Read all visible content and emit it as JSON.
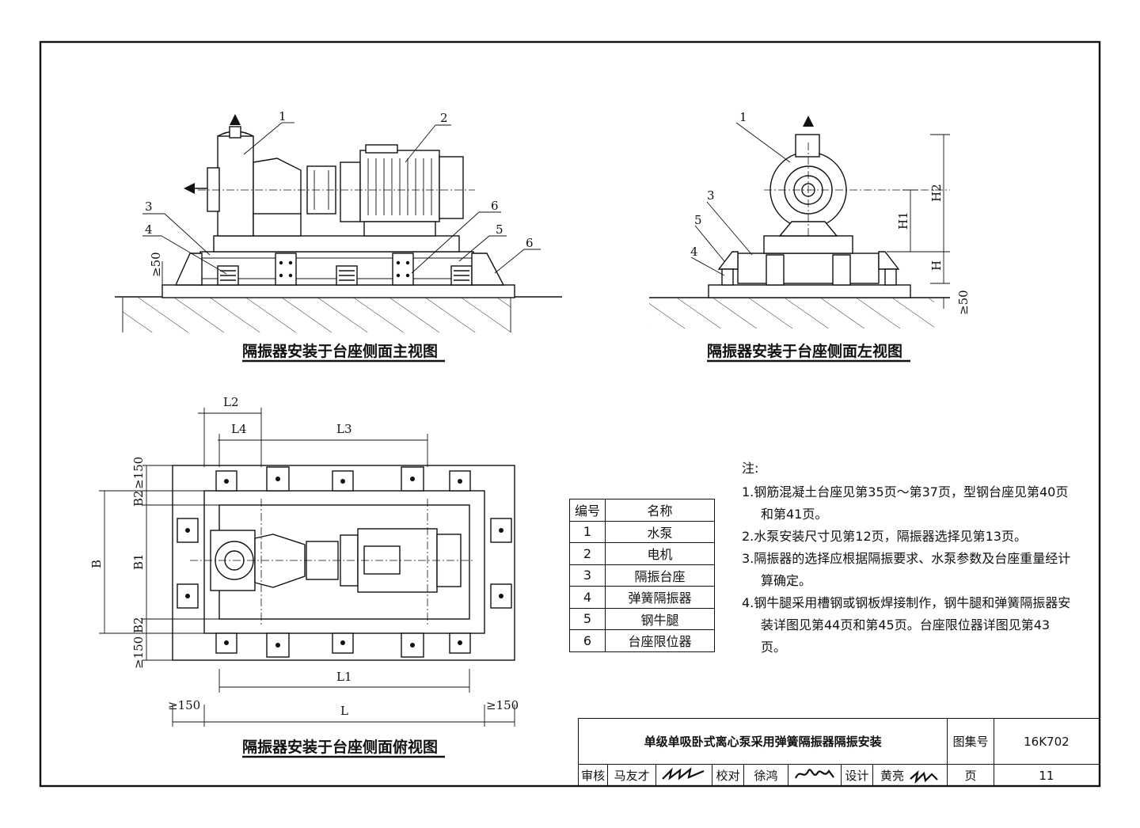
{
  "views": {
    "front_caption": "隔振器安装于台座侧面主视图",
    "left_caption": "隔振器安装于台座侧面左视图",
    "top_caption": "隔振器安装于台座侧面俯视图"
  },
  "front_labels": {
    "l1": "1",
    "l2": "2",
    "l3": "3",
    "l4": "4",
    "l5": "5",
    "l6a": "6",
    "l6b": "6",
    "gap": "≥50"
  },
  "left_labels": {
    "l1": "1",
    "l3": "3",
    "l4": "4",
    "l5": "5",
    "h": "H",
    "h1": "H1",
    "h2": "H2",
    "gap": "≥50"
  },
  "top_labels": {
    "L": "L",
    "L1": "L1",
    "L2": "L2",
    "L3": "L3",
    "L4": "L4",
    "B": "B",
    "B1": "B1",
    "B2a": "B2",
    "B2b": "B2",
    "g150_top": "≥150",
    "g150_bot": "≥150",
    "g150_left": "≥150",
    "g150_right": "≥150"
  },
  "parts_table": {
    "header": {
      "no": "编号",
      "name": "名称"
    },
    "rows": [
      {
        "no": "1",
        "name": "水泵"
      },
      {
        "no": "2",
        "name": "电机"
      },
      {
        "no": "3",
        "name": "隔振台座"
      },
      {
        "no": "4",
        "name": "弹簧隔振器"
      },
      {
        "no": "5",
        "name": "钢牛腿"
      },
      {
        "no": "6",
        "name": "台座限位器"
      }
    ]
  },
  "notes": {
    "title": "注:",
    "items": [
      "1.钢筋混凝土台座见第35页～第37页，型钢台座见第40页和第41页。",
      "2.水泵安装尺寸见第12页，隔振器选择见第13页。",
      "3.隔振器的选择应根据隔振要求、水泵参数及台座重量经计算确定。",
      "4.钢牛腿采用槽钢或钢板焊接制作，钢牛腿和弹簧隔振器安装详图见第44页和第45页。台座限位器详图见第43页。"
    ]
  },
  "title_block": {
    "title": "单级单吸卧式离心泵采用弹簧隔振器隔振安装",
    "atlas_label": "图集号",
    "atlas_no": "16K702",
    "review_label": "审核",
    "reviewer": "马友才",
    "check_label": "校对",
    "checker": "徐鸿",
    "design_label": "设计",
    "designer": "黄亮",
    "page_label": "页",
    "page_no": "11"
  }
}
